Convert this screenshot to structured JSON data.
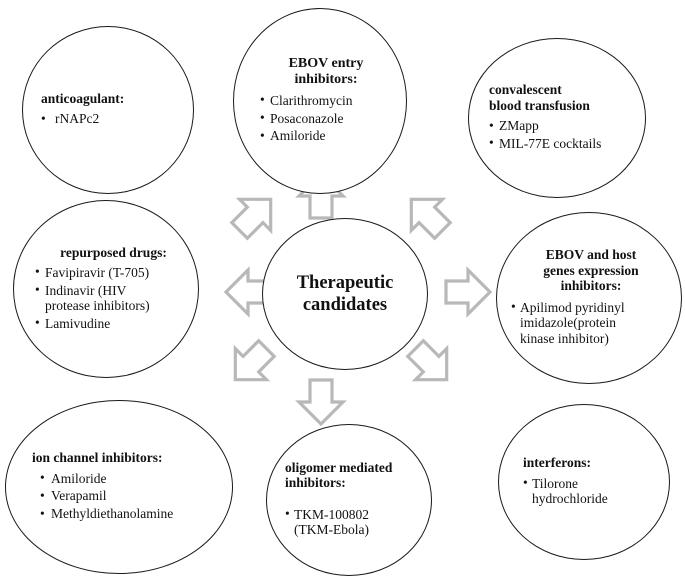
{
  "diagram": {
    "center": {
      "label": "Therapeutic\ncandidates"
    },
    "nodes": [
      {
        "id": "anticoagulant",
        "title": "anticoagulant:",
        "items": [
          "rNAPc2"
        ]
      },
      {
        "id": "ebov-entry",
        "title": "EBOV entry\ninhibitors:",
        "items": [
          "Clarithromycin",
          "Posaconazole",
          "Amiloride"
        ]
      },
      {
        "id": "convalescent",
        "title": "convalescent\nblood transfusion",
        "items": [
          "ZMapp",
          "MIL-77E cocktails"
        ]
      },
      {
        "id": "repurposed",
        "title": "repurposed drugs:",
        "items": [
          "Favipiravir (T-705)",
          "Indinavir (HIV\nprotease inhibitors)",
          "Lamivudine"
        ]
      },
      {
        "id": "ebov-genes",
        "title": "EBOV and host\ngenes expression\ninhibitors:",
        "items": [
          "Apilimod   pyridinyl\nimidazole(protein\nkinase inhibitor)"
        ]
      },
      {
        "id": "ion-channel",
        "title": "ion channel inhibitors:",
        "items": [
          "Amiloride",
          "Verapamil",
          "Methyldiethanolamine"
        ]
      },
      {
        "id": "oligomer",
        "title": "oligomer mediated\ninhibitors:",
        "items": [
          "TKM-100802\n(TKM-Ebola)"
        ]
      },
      {
        "id": "interferons",
        "title": "interferons:",
        "items": [
          "Tilorone\nhydrochloride"
        ]
      }
    ],
    "arrows": [
      {
        "id": "arrow-up",
        "direction": "up"
      },
      {
        "id": "arrow-up-left",
        "direction": "up-left"
      },
      {
        "id": "arrow-up-right",
        "direction": "up-right"
      },
      {
        "id": "arrow-left",
        "direction": "left"
      },
      {
        "id": "arrow-right",
        "direction": "right"
      },
      {
        "id": "arrow-down-left",
        "direction": "down-left"
      },
      {
        "id": "arrow-down-right",
        "direction": "down-right"
      },
      {
        "id": "arrow-down",
        "direction": "down"
      }
    ],
    "colors": {
      "outline": "#1a1a1a",
      "arrow": "#b8b8b8",
      "text": "#111111",
      "background": "#ffffff"
    }
  }
}
